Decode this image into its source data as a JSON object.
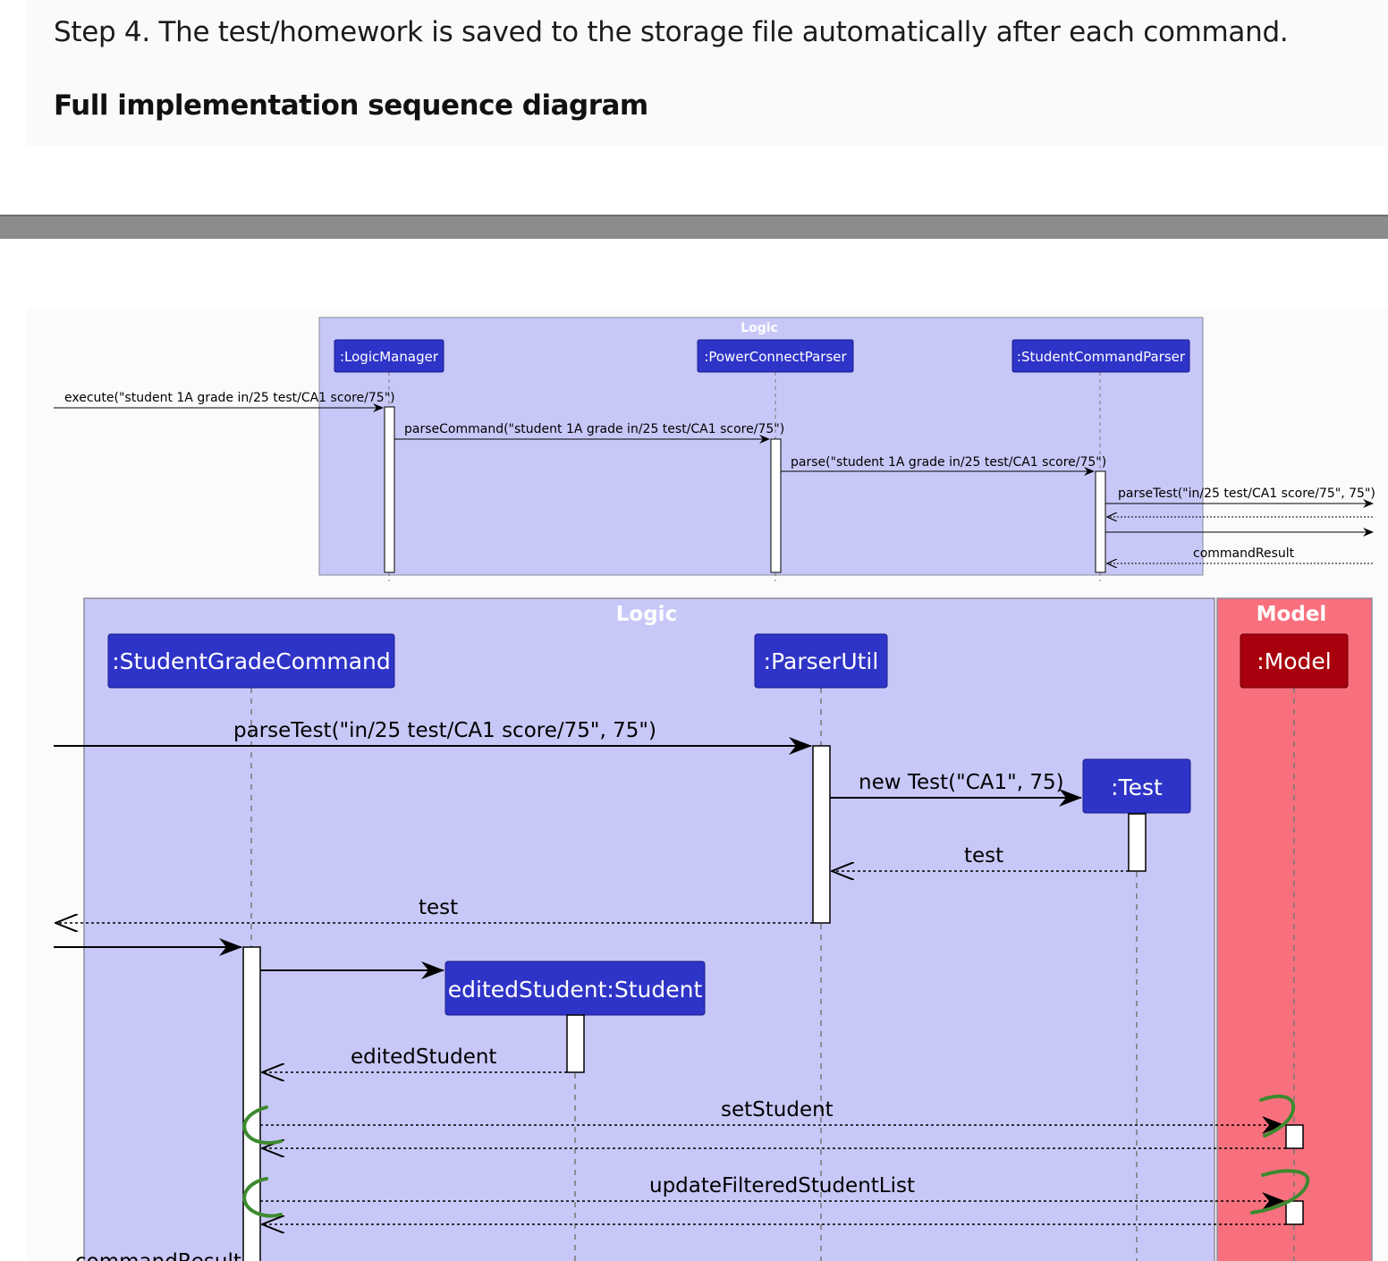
{
  "document": {
    "step_text": "Step 4. The test/homework is saved to the storage file automatically after each command.",
    "heading": "Full implementation sequence diagram"
  },
  "diagram_top": {
    "group_label": "Logic",
    "participants": [
      ":LogicManager",
      ":PowerConnectParser",
      ":StudentCommandParser"
    ],
    "messages": {
      "execute": "execute(\"student 1A grade in/25 test/CA1 score/75\")",
      "parse_command": "parseCommand(\"student 1A grade in/25 test/CA1 score/75\")",
      "parse": "parse(\"student 1A grade in/25 test/CA1 score/75\")",
      "parse_test": "parseTest(\"in/25 test/CA1 score/75\", 75\")",
      "command_result": "commandResult"
    }
  },
  "diagram_bottom": {
    "logic_label": "Logic",
    "model_label": "Model",
    "participants": {
      "student_grade_command": ":StudentGradeCommand",
      "parser_util": ":ParserUtil",
      "test": ":Test",
      "edited_student": "editedStudent:Student",
      "model": ":Model"
    },
    "messages": {
      "parse_test": "parseTest(\"in/25 test/CA1 score/75\", 75\")",
      "new_test": "new Test(\"CA1\", 75)",
      "test_return_inner": "test",
      "test_return_outer": "test",
      "edited_student_return": "editedStudent",
      "set_student": "setStudent",
      "update_filtered": "updateFilteredStudentList",
      "command_result": "commandResult"
    }
  },
  "colors": {
    "group_fill": "#c8c8f8",
    "participant_fill": "#2f34c8",
    "model_group_fill": "#f8707e",
    "model_participant_fill": "#a8000c",
    "annotation_green": "#3d8a2e",
    "divider": "#8c8c8c"
  }
}
